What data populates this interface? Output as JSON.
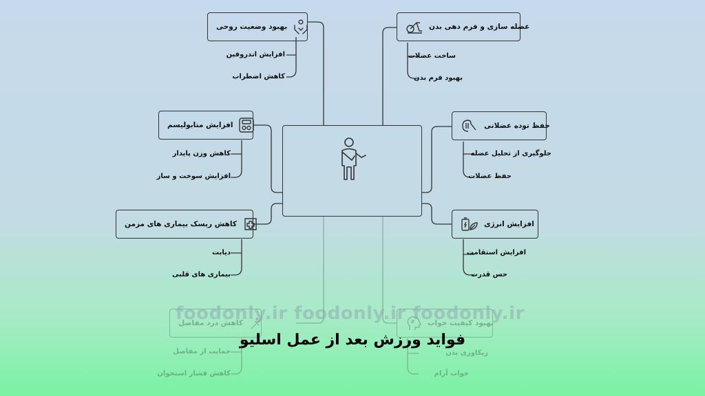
{
  "colors": {
    "line": "#333333",
    "text": "#111111"
  },
  "center": {
    "icon": "person-with-arm-sling-icon"
  },
  "nodes": {
    "mental": {
      "label": "بهبود وضعیت روحی",
      "icon": "hands-heart-icon",
      "leaves": [
        "افزایش اندروفین",
        "کاهش اضطراب"
      ]
    },
    "metabolism": {
      "label": "افزایش متابولیسم",
      "icon": "weight-scale-icon",
      "leaves": [
        "کاهش وزن پایدار",
        "افزایش سوخت و ساز"
      ]
    },
    "chronic": {
      "label": "کاهش ریسک بیماری های مزمن",
      "icon": "medical-report-icon",
      "leaves": [
        "دیابت",
        "بیماری های قلبی"
      ]
    },
    "joints": {
      "label": "کاهش درد مفاصل",
      "icon": "joint-icon",
      "leaves": [
        "حمایت از مفاصل",
        "کاهش فشار استخوان"
      ]
    },
    "muscle_building": {
      "label": "عضله سازی و فرم دهی بدن",
      "icon": "exercise-bike-icon",
      "leaves": [
        "ساخت عضلات",
        "بهبود فرم بدن"
      ]
    },
    "muscle_mass": {
      "label": "حفظ توده عضلانی",
      "icon": "hand-grip-icon",
      "leaves": [
        "جلوگیری از تحلیل عضله",
        "حفظ عضلات"
      ]
    },
    "energy": {
      "label": "افزایش انرژی",
      "icon": "battery-leaf-icon",
      "leaves": [
        "افزایش استقامت",
        "حس قدرت"
      ]
    },
    "sleep": {
      "label": "بهبود کیفیت خواب",
      "icon": "sleeping-head-icon",
      "leaves": [
        "ریکاوری بدن",
        "خواب آرام"
      ]
    }
  },
  "watermark": "foodonly.ir  foodonly.ir  foodonly.ir",
  "title": "فواید ورزش بعد از عمل اسلیو"
}
